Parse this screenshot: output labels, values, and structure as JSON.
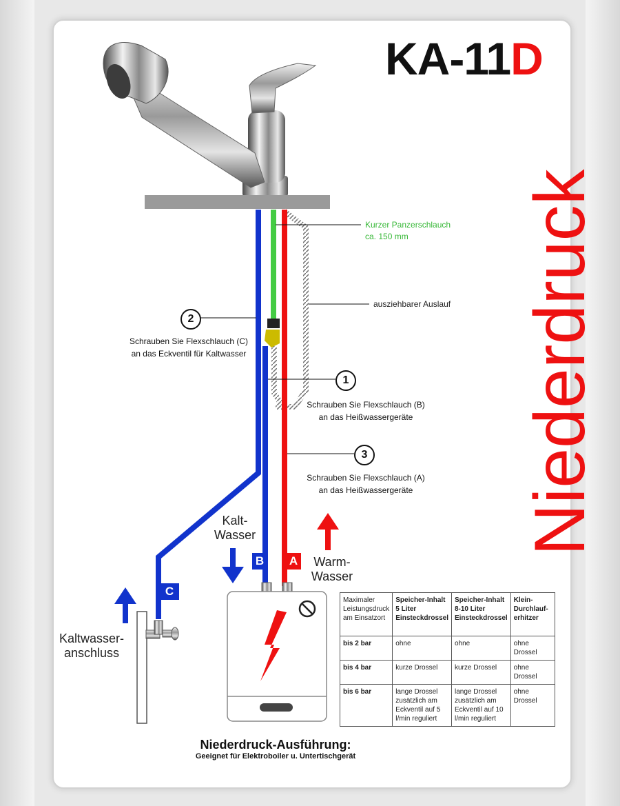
{
  "model": {
    "prefix": "KA-11",
    "suffix": "D"
  },
  "vertical_title": "Niederdruck",
  "labels": {
    "short_hose": [
      "Kurzer Panzerschlauch",
      "ca. 150 mm"
    ],
    "pullout": "ausziehbarer Auslauf",
    "step2": [
      "Schrauben Sie Flexschlauch (C)",
      "an das Eckventil für Kaltwasser"
    ],
    "step1": [
      "Schrauben Sie Flexschlauch (B)",
      "an das Heißwassergeräte"
    ],
    "step3": [
      "Schrauben Sie Flexschlauch (A)",
      "an das Heißwassergeräte"
    ],
    "cold": [
      "Kalt-",
      "Wasser"
    ],
    "warm": [
      "Warm-",
      "Wasser"
    ],
    "cold_connection": [
      "Kaltwasser-",
      "anschluss"
    ]
  },
  "markers": {
    "one": "1",
    "two": "2",
    "three": "3"
  },
  "badges": {
    "a": "A",
    "b": "B",
    "c": "C"
  },
  "footer": {
    "title": "Niederdruck-Ausführung:",
    "subtitle": "Geeignet für Elektroboiler u. Untertischgerät"
  },
  "table": {
    "headers": [
      "Maximaler Leistungsdruck am Einsatzort",
      "Speicher-Inhalt 5 Liter Einsteckdrossel",
      "Speicher-Inhalt 8-10 Liter Einsteckdrossel",
      "Klein-Durchlauf-erhitzer"
    ],
    "rows": [
      [
        "bis 2 bar",
        "ohne",
        "ohne",
        "ohne Drossel"
      ],
      [
        "bis 4 bar",
        "kurze Drossel",
        "kurze Drossel",
        "ohne Drossel"
      ],
      [
        "bis 6 bar",
        "lange Drossel zusätzlich am Eckventil auf 5 l/min reguliert",
        "lange Drossel zusätzlich am Eckventil auf 10 l/min reguliert",
        "ohne Drossel"
      ]
    ]
  },
  "colors": {
    "cold": "#1133cc",
    "hot": "#ee1111",
    "green": "#44cc44",
    "counter": "#9a9a9a",
    "yellow": "#ccbb00"
  },
  "icons": [
    "faucet-icon",
    "lightning-icon",
    "no-symbol-icon",
    "angle-valve-icon",
    "arrow-up-icon",
    "arrow-down-icon"
  ]
}
